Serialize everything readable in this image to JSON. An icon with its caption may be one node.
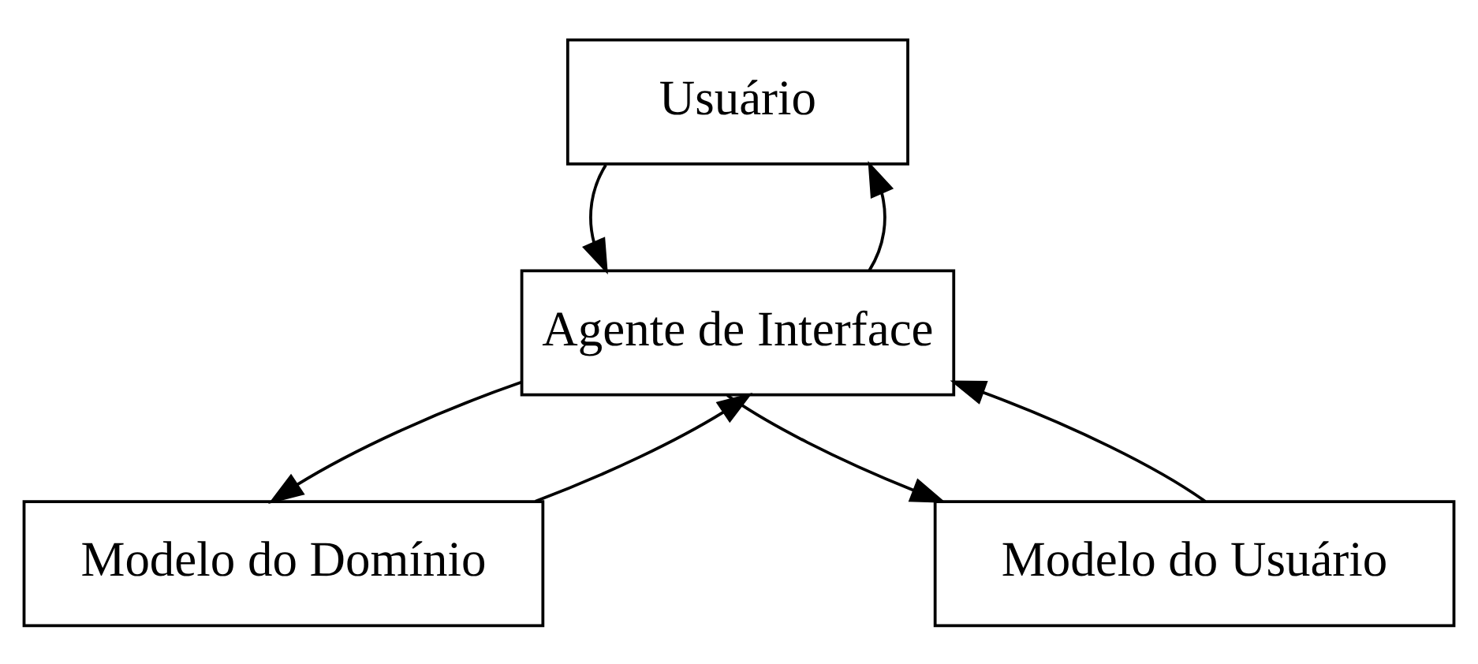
{
  "diagram": {
    "nodes": [
      {
        "text": [
          "Usuário"
        ]
      },
      {
        "text": [
          "Agente de Interface"
        ]
      },
      {
        "text": [
          "Modelo do Domínio"
        ]
      },
      {
        "text": [
          "Modelo do Usuário"
        ]
      }
    ],
    "edges": [
      {
        "from": 0,
        "to": 1,
        "arrow": "to"
      },
      {
        "from": 1,
        "to": 0,
        "arrow": "to"
      },
      {
        "from": 1,
        "to": 2,
        "arrow": "to"
      },
      {
        "from": 2,
        "to": 1,
        "arrow": "to"
      },
      {
        "from": 1,
        "to": 3,
        "arrow": "to"
      },
      {
        "from": 3,
        "to": 1,
        "arrow": "to"
      }
    ]
  }
}
